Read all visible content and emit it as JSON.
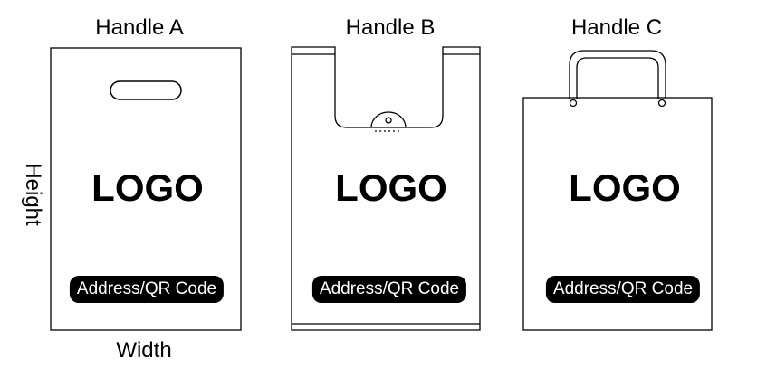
{
  "labels": {
    "handle_a": "Handle A",
    "handle_b": "Handle B",
    "handle_c": "Handle C",
    "width": "Width",
    "height": "Height"
  },
  "bags": [
    {
      "logo": "LOGO",
      "address": "Address/QR Code"
    },
    {
      "logo": "LOGO",
      "address": "Address/QR Code"
    },
    {
      "logo": "LOGO",
      "address": "Address/QR Code"
    }
  ],
  "colors": {
    "outline": "#000000",
    "background": "#ffffff",
    "pill": "#000000",
    "pill_text": "#ffffff"
  }
}
